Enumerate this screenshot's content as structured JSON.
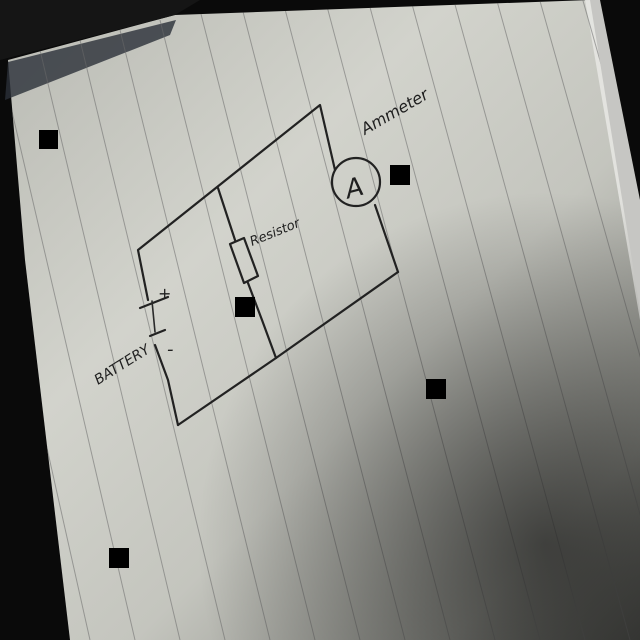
{
  "diagram": {
    "labels": {
      "battery": "BATTERY",
      "resistor": "Resistor",
      "ammeter": "Ammeter",
      "ammeter_symbol": "A",
      "plus": "+",
      "minus": "-"
    }
  },
  "colors": {
    "paper": "#cfd0c9",
    "paper_shadow": "#7a7b74",
    "ink": "#222222",
    "background": "#0a0a0a",
    "marker": "#000000"
  }
}
